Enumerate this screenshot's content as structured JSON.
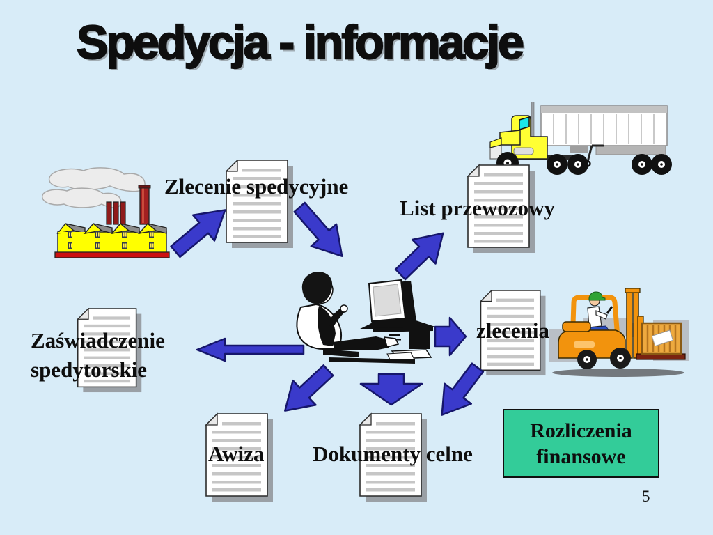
{
  "slide": {
    "title": "Spedycja - informacje",
    "page_number": "5"
  },
  "labels": {
    "forwarding_order": "Zlecenie spedycyjne",
    "waybill": "List przewozowy",
    "orders": "zlecenia",
    "certificate_line1": "Zaświadczenie",
    "certificate_line2": "spedytorskie",
    "advice_note": "Awiza",
    "customs_documents": "Dokumenty celne",
    "settlement_line1": "Rozliczenia",
    "settlement_line2": "finansowe"
  },
  "icons": {
    "factory": "factory-icon",
    "truck": "truck-icon",
    "forklift": "forklift-icon",
    "computer_operator": "computer-operator-icon",
    "document": "document-icon",
    "flow_arrow": "flow-arrow"
  },
  "colors": {
    "background": "#D8ECF8",
    "arrow-fill": "#3A3ACB",
    "arrow-border": "#16166B",
    "text-color": "#0E0E0E",
    "settlement-bg": "#33CC99",
    "doc-line": "#C6C6C6",
    "doc-shadow": "#9AA0A6",
    "factory-yellow": "#FFFF00",
    "truck-yellow": "#FFFF33",
    "forklift-orange": "#F2930D"
  }
}
